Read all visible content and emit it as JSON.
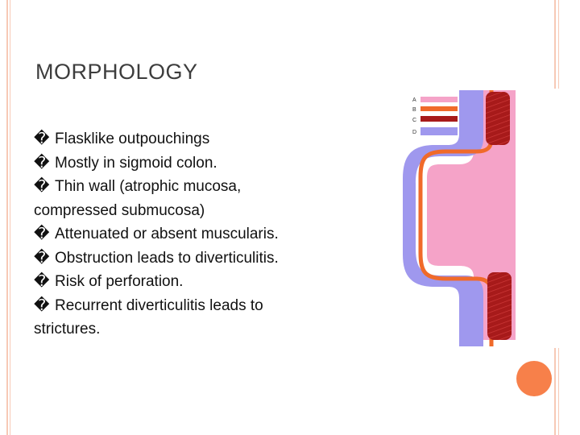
{
  "slide": {
    "title": "MORPHOLOGY",
    "bullet_glyph": "�",
    "bullets": [
      "Flasklike outpouchings",
      "Mostly in sigmoid colon.",
      "Thin wall (atrophic mucosa, compressed submucosa)",
      "Attenuated or absent muscularis.",
      "Obstruction leads to diverticulitis.",
      "Risk of perforation.",
      "Recurrent diverticulitis leads to strictures."
    ]
  },
  "figure": {
    "legend_labels": [
      "A",
      "B",
      "C",
      "D"
    ],
    "colors": {
      "A": "#f5a3c8",
      "B": "#f06a2a",
      "C": "#a71a1a",
      "D": "#9f98ee",
      "accent": "#f7804a",
      "frame": "#f7c9b6"
    }
  }
}
